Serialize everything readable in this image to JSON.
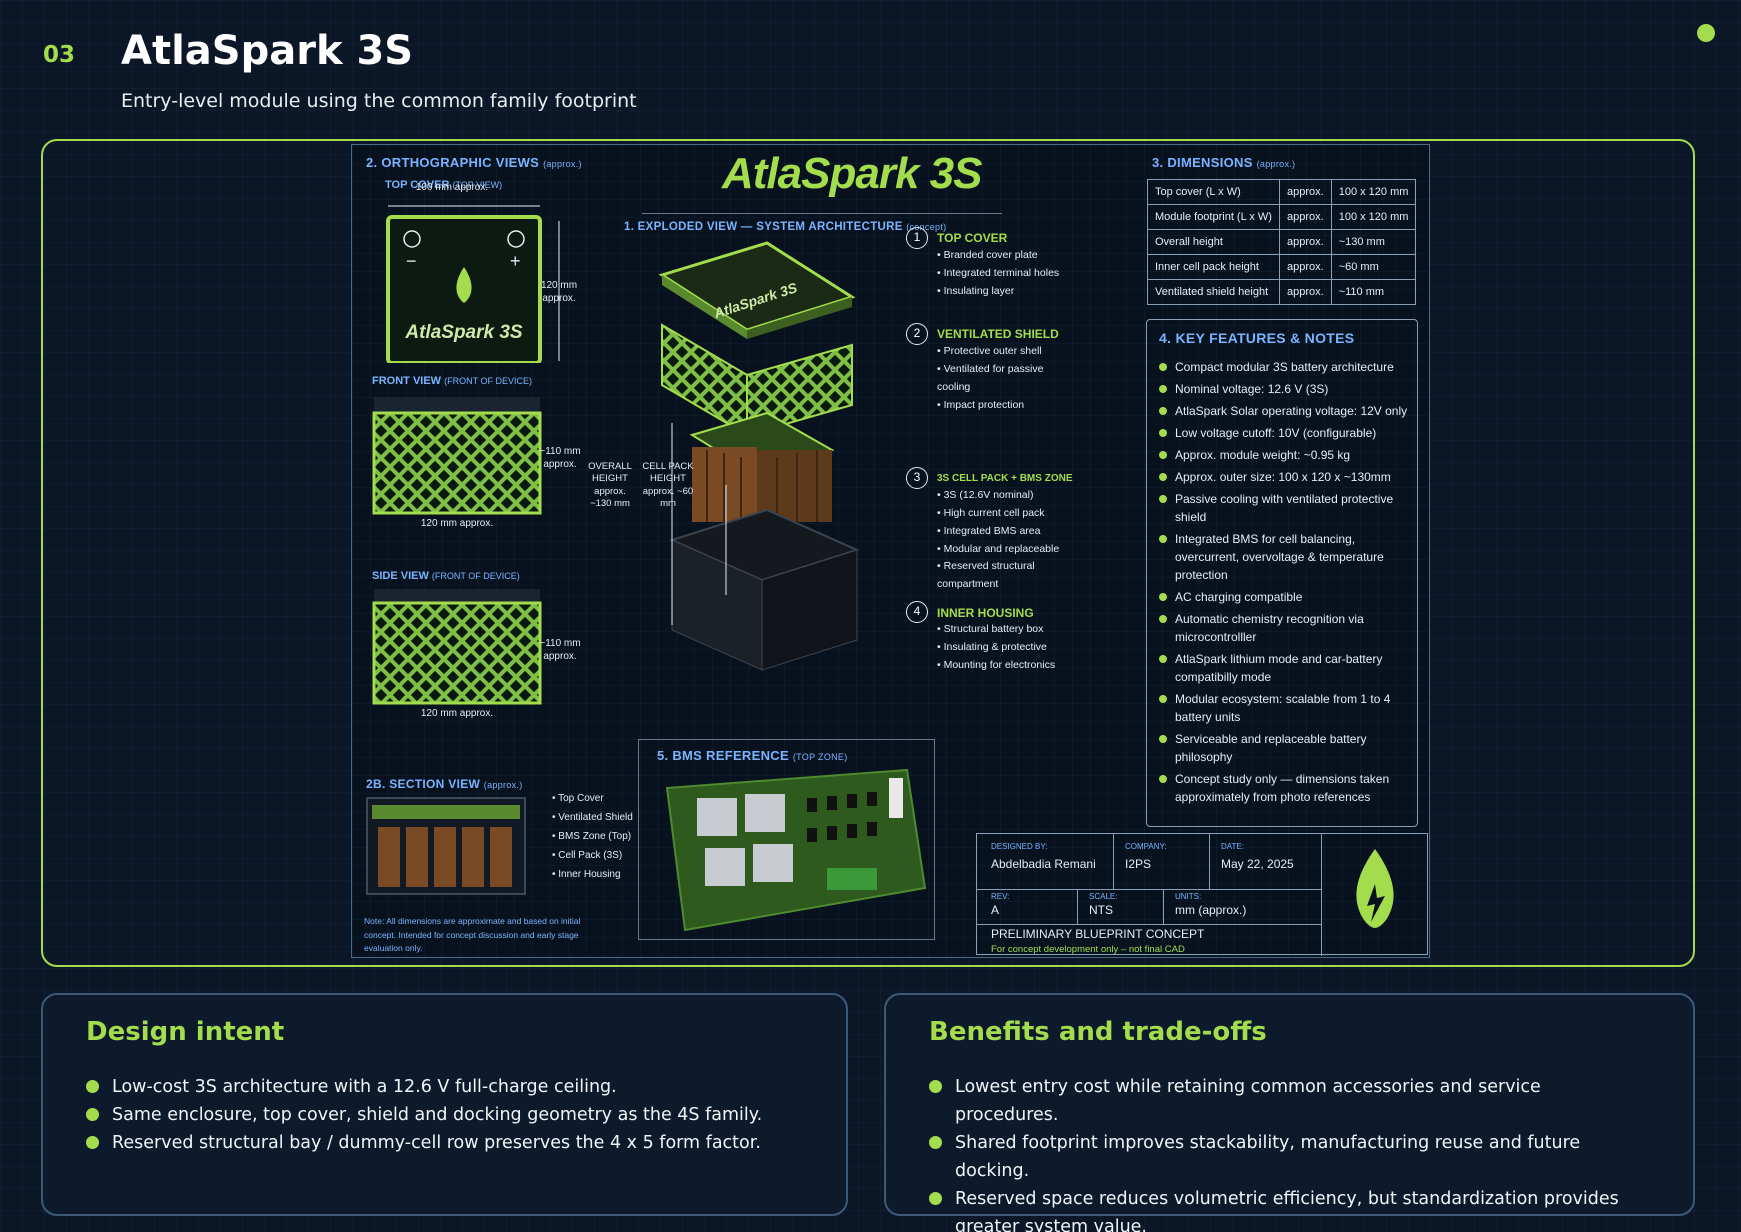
{
  "slide": {
    "number": "03",
    "title": "AtlaSpark 3S",
    "subtitle": "Entry-level module using the common family footprint"
  },
  "blueprint": {
    "logo": "AtlaSpark 3S",
    "ortho": {
      "heading": "2. ORTHOGRAPHIC VIEWS",
      "heading_note": "(approx.)",
      "top_label": "TOP COVER",
      "top_note": "(TOP VIEW)",
      "top_w": "100 mm approx.",
      "top_h": "120 mm approx.",
      "front_label": "FRONT VIEW",
      "front_note": "(FRONT OF DEVICE)",
      "front_h": "~110 mm approx.",
      "front_w": "120 mm approx.",
      "side_label": "SIDE VIEW",
      "side_note": "(FRONT OF DEVICE)",
      "side_h": "~110 mm approx.",
      "side_w": "120 mm approx.",
      "cover_logo": "AtlaSpark 3S"
    },
    "section": {
      "heading": "2B. SECTION VIEW",
      "heading_note": "(approx.)",
      "labels": [
        "Top Cover",
        "Ventilated Shield",
        "BMS Zone (Top)",
        "Cell Pack (3S)",
        "Inner Housing"
      ],
      "note": "Note: All dimensions are approximate and based on initial concept. Intended for concept discussion and early stage evaluation only."
    },
    "exploded": {
      "heading": "1. EXPLODED VIEW — SYSTEM ARCHITECTURE",
      "heading_note": "(concept)",
      "overall": "OVERALL HEIGHT approx. ~130 mm",
      "cellpack": "CELL PACK HEIGHT approx. ~60 mm",
      "cover_text": "AtlaSpark 3S",
      "callouts": [
        {
          "num": "1",
          "title": "TOP COVER",
          "items": [
            "Branded cover plate",
            "Integrated terminal holes",
            "Insulating layer"
          ]
        },
        {
          "num": "2",
          "title": "VENTILATED SHIELD",
          "items": [
            "Protective outer shell",
            "Ventilated for passive cooling",
            "Impact protection"
          ]
        },
        {
          "num": "3",
          "title": "3S CELL PACK + BMS ZONE",
          "items": [
            "3S (12.6V nominal)",
            "High current cell pack",
            "Integrated BMS area",
            "Modular and replaceable",
            "Reserved structural compartment"
          ]
        },
        {
          "num": "4",
          "title": "INNER HOUSING",
          "items": [
            "Structural battery box",
            "Insulating & protective",
            "Mounting for electronics"
          ]
        }
      ]
    },
    "bms": {
      "heading": "5. BMS REFERENCE",
      "heading_note": "(TOP ZONE)"
    },
    "dimensions": {
      "heading": "3. DIMENSIONS",
      "heading_note": "(approx.)",
      "rows": [
        [
          "Top cover (L x W)",
          "approx.",
          "100 x 120 mm"
        ],
        [
          "Module footprint (L x W)",
          "approx.",
          "100 x 120 mm"
        ],
        [
          "Overall height",
          "approx.",
          "~130 mm"
        ],
        [
          "Inner cell pack height",
          "approx.",
          "~60 mm"
        ],
        [
          "Ventilated shield height",
          "approx.",
          "~110 mm"
        ]
      ]
    },
    "features": {
      "heading": "4. KEY FEATURES & NOTES",
      "items": [
        "Compact modular 3S battery architecture",
        "Nominal voltage: 12.6 V (3S)",
        "AtlaSpark Solar operating voltage: 12V only",
        "Low voltage cutoff: 10V (configurable)",
        "Approx. module weight: ~0.95 kg",
        "Approx. outer size: 100 x 120 x ~130mm",
        "Passive cooling with ventilated protective shield",
        "Integrated BMS for cell balancing, overcurrent, overvoltage & temperature protection",
        "AC charging compatible",
        "Automatic chemistry recognition via microcontrolller",
        "AtlaSpark lithium mode and car-battery compatibilly mode",
        "Modular ecosystem: scalable from 1 to 4 battery units",
        "Serviceable and replaceable battery philosophy",
        "Concept study only — dimensions taken approximately from photo references"
      ]
    },
    "title_block": {
      "designed_by_label": "DESIGNED BY:",
      "designed_by": "Abdelbadia Remani",
      "company_label": "COMPANY:",
      "company": "I2PS",
      "date_label": "DATE:",
      "date": "May 22, 2025",
      "rev_label": "REV:",
      "rev": "A",
      "scale_label": "SCALE:",
      "scale": "NTS",
      "units_label": "UNITS:",
      "units": "mm (approx.)",
      "status": "PRELIMINARY BLUEPRINT CONCEPT",
      "status_note": "For concept development only – not final CAD"
    }
  },
  "design_intent": {
    "heading": "Design intent",
    "items": [
      "Low-cost 3S architecture with a 12.6 V full-charge ceiling.",
      "Same enclosure, top cover, shield and docking geometry as the 4S family.",
      "Reserved structural bay / dummy-cell row preserves the 4 x 5 form factor."
    ]
  },
  "benefits": {
    "heading": "Benefits and trade-offs",
    "items": [
      "Lowest entry cost while retaining common accessories and service procedures.",
      "Shared footprint improves stackability, manufacturing reuse and future docking.",
      "Reserved space reduces volumetric efficiency, but standardization provides greater system value."
    ]
  },
  "colors": {
    "accent": "#a3dd4e",
    "background": "#0b1626",
    "blueprint_heading": "#7ab4ff"
  }
}
